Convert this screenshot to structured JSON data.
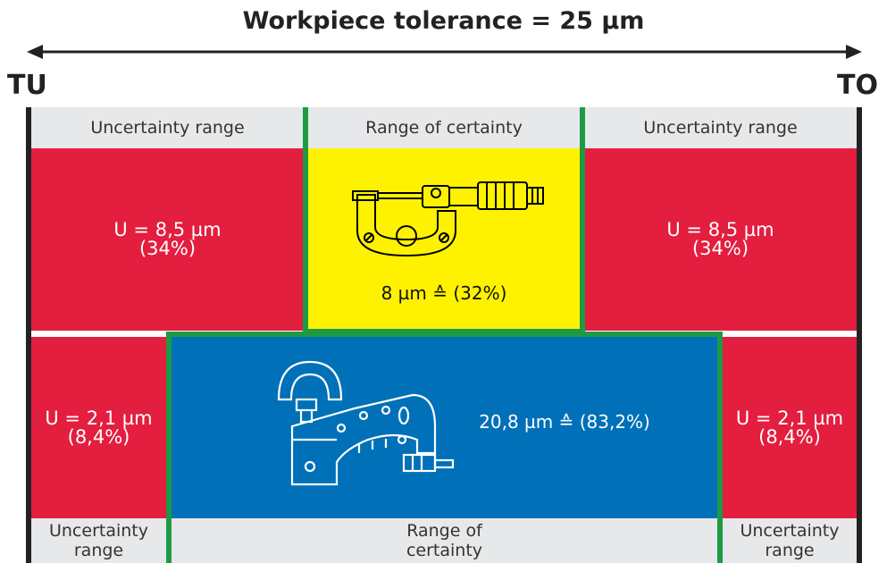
{
  "header": {
    "title": "Workpiece tolerance = 25 µm",
    "left_limit": "TU",
    "right_limit": "TO"
  },
  "top_row": {
    "left_label": "Uncertainty range",
    "center_label": "Range of certainty",
    "right_label": "Uncertainty range",
    "left_value": "U = 8,5 µm",
    "left_percent": "(34%)",
    "right_value": "U = 8,5 µm",
    "right_percent": "(34%)",
    "center_value": "8 µm ≙ (32%)",
    "center_icon": "micrometer-icon"
  },
  "bottom_row": {
    "left_value": "U = 2,1 µm",
    "left_percent": "(8,4%)",
    "right_value": "U = 2,1 µm",
    "right_percent": "(8,4%)",
    "center_value": "20,8 µm ≙ (83,2%)",
    "center_icon": "snap-gauge-icon",
    "left_label_line1": "Uncertainty",
    "left_label_line2": "range",
    "center_label_line1": "Range of",
    "center_label_line2": "certainty",
    "right_label_line1": "Uncertainty",
    "right_label_line2": "range"
  },
  "colors": {
    "uncertainty": "#e31e3f",
    "certainty_top": "#fff200",
    "certainty_bottom": "#0070b8",
    "boundary": "#1e9a45",
    "label_band": "#e7e8e9"
  }
}
